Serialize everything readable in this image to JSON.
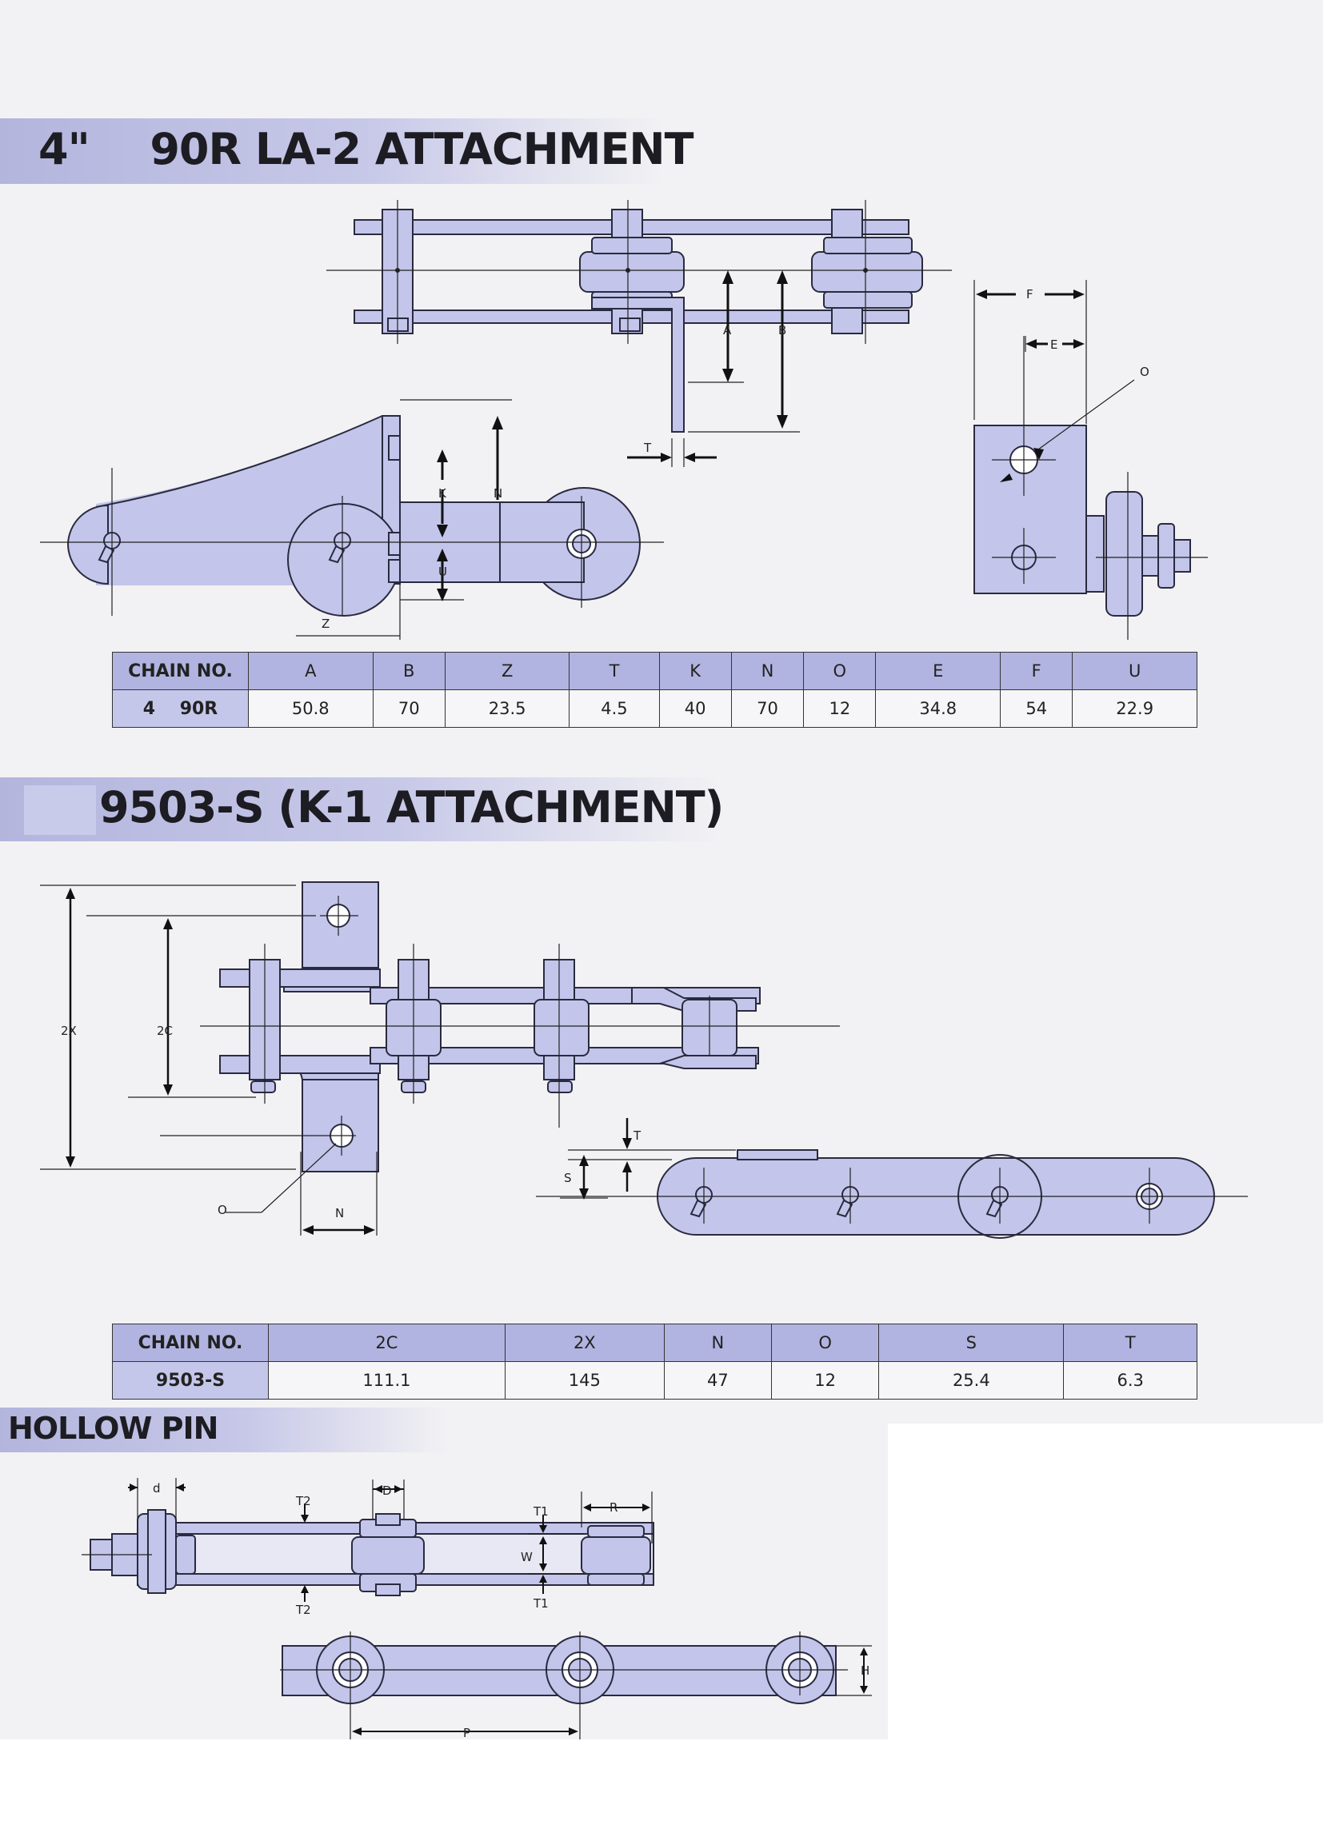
{
  "section1": {
    "title_size": "4\"",
    "title_text": "90R LA-2 ATTACHMENT",
    "labels": {
      "A": "A",
      "B": "B",
      "F": "F",
      "E": "E",
      "O": "O",
      "T": "T",
      "K": "K",
      "N": "N",
      "U": "U",
      "Z": "Z"
    },
    "table": {
      "headers": [
        "CHAIN NO.",
        "A",
        "B",
        "Z",
        "T",
        "K",
        "N",
        "O",
        "E",
        "F",
        "U"
      ],
      "row": [
        "4    90R",
        "50.8",
        "70",
        "23.5",
        "4.5",
        "40",
        "70",
        "12",
        "34.8",
        "54",
        "22.9"
      ]
    }
  },
  "section2": {
    "title": "9503-S (K-1 ATTACHMENT)",
    "labels": {
      "2X": "2X",
      "2C": "2C",
      "O": "O",
      "N": "N",
      "T": "T",
      "S": "S"
    },
    "table": {
      "headers": [
        "CHAIN NO.",
        "2C",
        "2X",
        "N",
        "O",
        "S",
        "T"
      ],
      "row": [
        "9503-S",
        "111.1",
        "145",
        "47",
        "12",
        "25.4",
        "6.3"
      ]
    }
  },
  "section3": {
    "title": "HOLLOW PIN",
    "labels": {
      "d": "d",
      "D": "D",
      "T2_top": "T2",
      "T2_bottom": "T2",
      "T1_top": "T1",
      "T1_bottom": "T1",
      "W": "W",
      "R": "R",
      "H": "H",
      "P": "P"
    }
  },
  "colors": {
    "part_fill": "#c3c5ea",
    "banner": "#b3b5dd",
    "header_fill": "#b1b4e0",
    "outline": "#2a2a40"
  }
}
